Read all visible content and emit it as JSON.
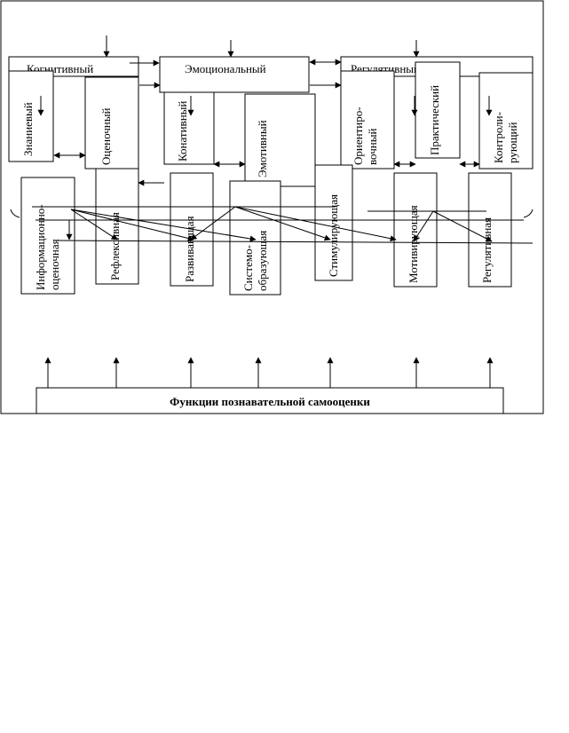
{
  "diagram": {
    "components": {
      "cognitive": "Когнитивный",
      "emotional": "Эмоциональный",
      "regulative": "Регулятивный"
    },
    "subcomponents": {
      "knowledge": "Знаниевый",
      "evaluative": "Оценочный",
      "conative": "Конативный",
      "emotive": "Эмотивный",
      "orienting_1": "Ориентиро-",
      "orienting_2": "вочный",
      "practical": "Практический",
      "controlling_1": "Контроли-",
      "controlling_2": "рующий"
    },
    "functions": {
      "informational_1": "Информационно-",
      "informational_2": "оценочная",
      "reflexive": "Рефлексивная",
      "developing": "Развивающая",
      "system_forming_1": "Системо-",
      "system_forming_2": "образующая",
      "stimulating": "Стимулирующая",
      "motivating": "Мотивирующая",
      "regulating": "Регулятивная"
    },
    "footer_label": "Функции познавательной самооценки"
  }
}
